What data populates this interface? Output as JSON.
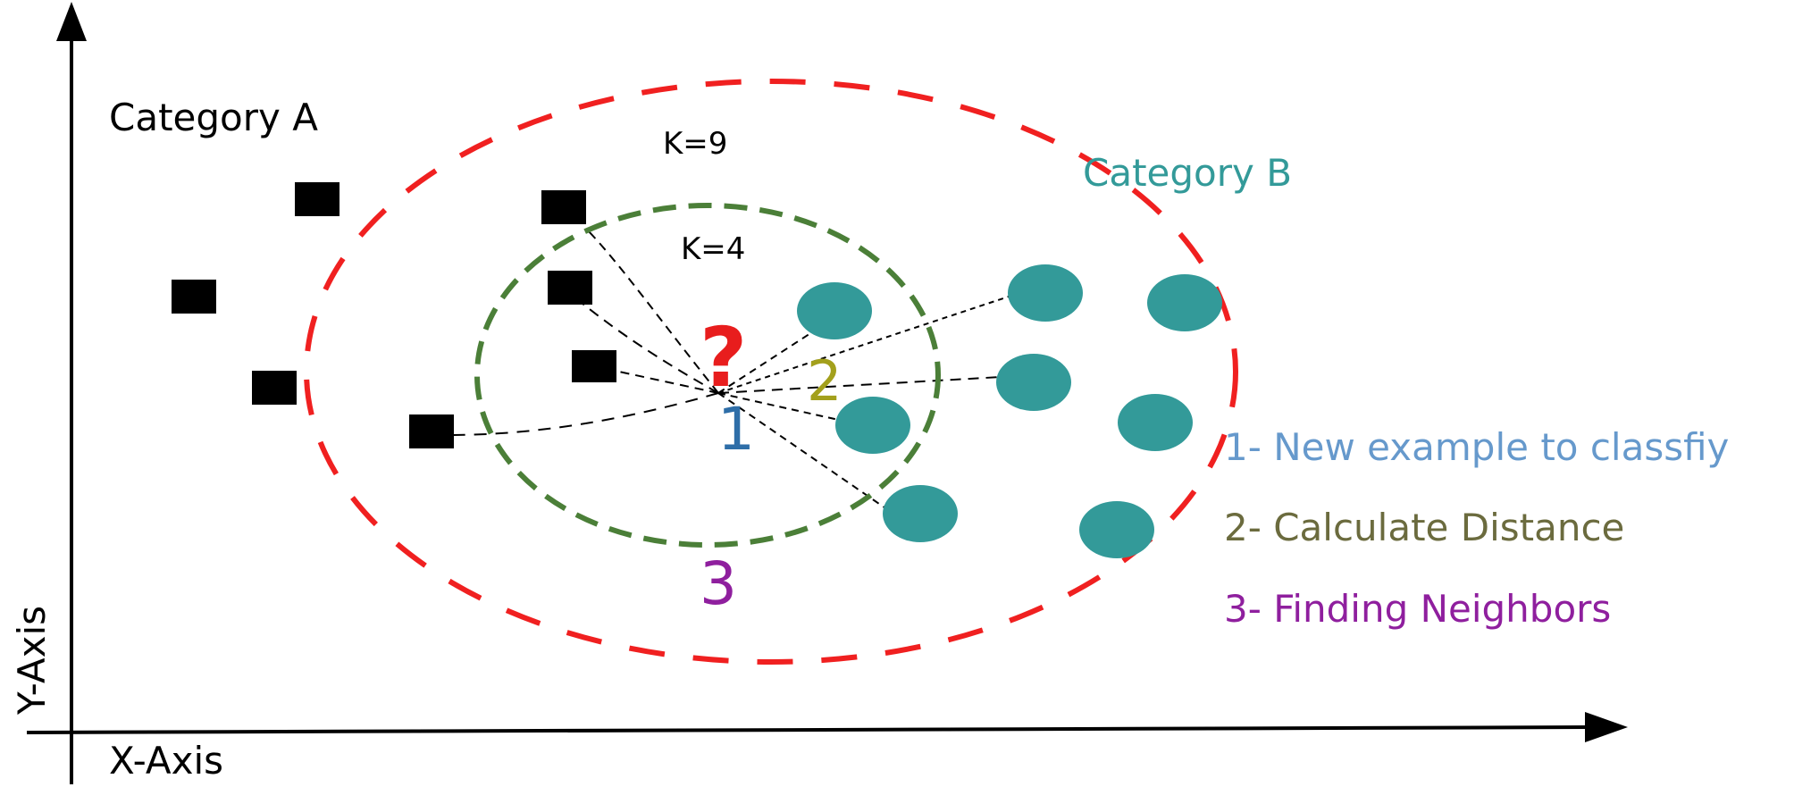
{
  "axes": {
    "x_label": "X-Axis",
    "y_label": "Y-Axis"
  },
  "categories": {
    "a_label": "Category A",
    "b_label": "Category B"
  },
  "circles": {
    "k_outer_label": "K=9",
    "k_inner_label": "K=4"
  },
  "query_point": {
    "symbol": "?"
  },
  "steps": {
    "marker_1": "1",
    "marker_2": "2",
    "marker_3": "3"
  },
  "legend": {
    "step_1": "1- New example to classfiy",
    "step_2": "2- Calculate Distance",
    "step_3": "3- Finding Neighbors"
  },
  "colors": {
    "category_a": "#000000",
    "category_b": "#339a99",
    "outer_circle": "#f02020",
    "inner_circle": "#4b7f38",
    "query": "#e81d1d",
    "step_1": "#6699cc",
    "step_2": "#6b6b3e",
    "step_3": "#8f1f9e",
    "marker_1": "#2e6ea8",
    "marker_2": "#a3a01c",
    "marker_3": "#8f1f9e"
  },
  "icons": {
    "category_a_point": "black-square",
    "category_b_point": "teal-circle"
  }
}
